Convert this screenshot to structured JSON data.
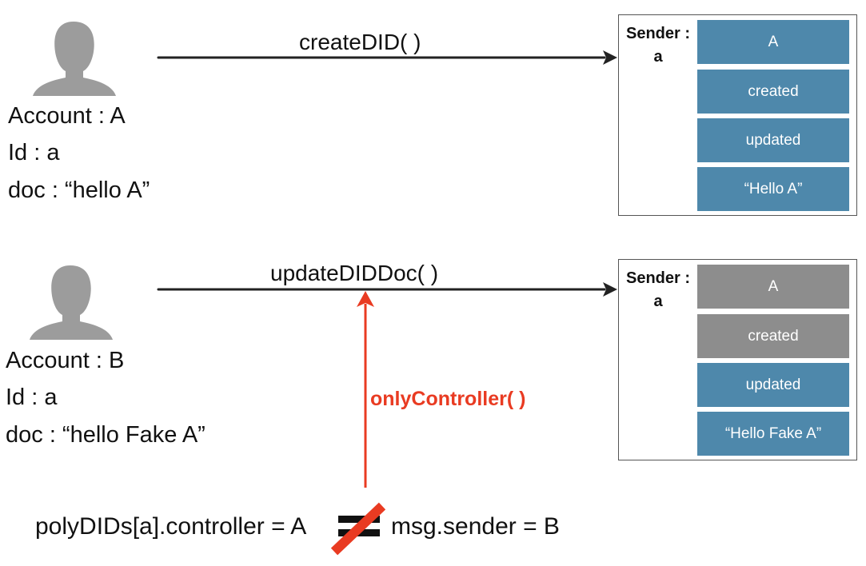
{
  "colors": {
    "cell_blue": "#4e88ab",
    "cell_gray": "#8d8d8d",
    "accent_red": "#e93b22",
    "arrow": "#222222",
    "person": "#9c9c9c"
  },
  "scenario_a": {
    "account": "Account : A",
    "id": "Id : a",
    "doc": "doc : “hello A”",
    "call": "createDID( )",
    "store": {
      "sender_label": "Sender :",
      "sender_value": "a",
      "cells": [
        {
          "text": "A",
          "color": "#4e88ab"
        },
        {
          "text": "created",
          "color": "#4e88ab"
        },
        {
          "text": "updated",
          "color": "#4e88ab"
        },
        {
          "text": "“Hello A”",
          "color": "#4e88ab"
        }
      ]
    }
  },
  "scenario_b": {
    "account": "Account : B",
    "id": "Id : a",
    "doc": "doc : “hello Fake A”",
    "call": "updateDIDDoc( )",
    "store": {
      "sender_label": "Sender :",
      "sender_value": "a",
      "cells": [
        {
          "text": "A",
          "color": "#8d8d8d"
        },
        {
          "text": "created",
          "color": "#8d8d8d"
        },
        {
          "text": "updated",
          "color": "#4e88ab"
        },
        {
          "text": "“Hello Fake A”",
          "color": "#4e88ab"
        }
      ]
    }
  },
  "modifier": "onlyController( )",
  "comparison": {
    "left": "polyDIDs[a].controller = A",
    "right": "msg.sender = B"
  }
}
